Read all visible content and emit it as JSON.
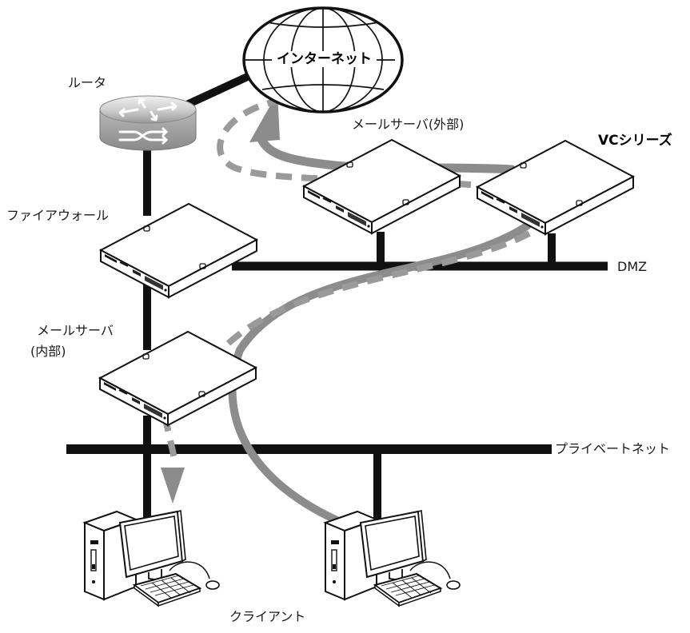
{
  "labels": {
    "internet": "インターネット",
    "router": "ルータ",
    "mail_server_external": "メールサーバ(外部)",
    "vc_series": "VCシリーズ",
    "firewall": "ファイアウォール",
    "dmz": "DMZ",
    "mail_server_internal_line1": "メールサーバ",
    "mail_server_internal_line2": "(内部)",
    "private_net": "プライベートネット",
    "client": "クライアント"
  }
}
